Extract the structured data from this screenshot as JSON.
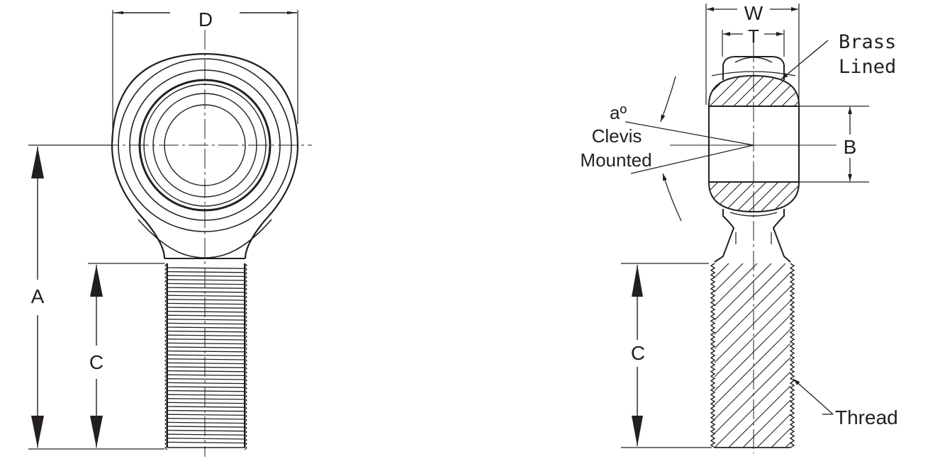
{
  "labels": {
    "D": "D",
    "A": "A",
    "C_left": "C",
    "W": "W",
    "T": "T",
    "B": "B",
    "C_right": "C",
    "angle": "aº",
    "clevis": "Clevis",
    "mounted": "Mounted",
    "brass": "Brass",
    "lined": "Lined",
    "thread": "Thread"
  },
  "colors": {
    "ink": "#231f20",
    "paper": "#ffffff"
  }
}
